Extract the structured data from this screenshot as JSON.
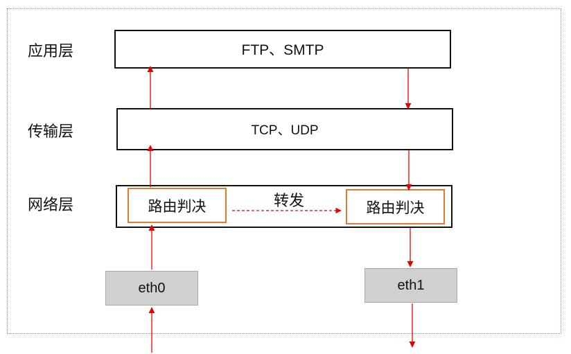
{
  "layers": {
    "application": "应用层",
    "transport": "传输层",
    "network": "网络层"
  },
  "protocols": {
    "application": "FTP、SMTP",
    "transport": "TCP、UDP"
  },
  "routing": {
    "left": "路由判决",
    "right": "路由判决",
    "forward": "转发"
  },
  "interfaces": {
    "in": "eth0",
    "out": "eth1"
  },
  "colors": {
    "arrow": "#e60000",
    "route_border": "#e07a2e",
    "nic_fill": "#d0d0d0",
    "frame": "#6a8fc4"
  }
}
